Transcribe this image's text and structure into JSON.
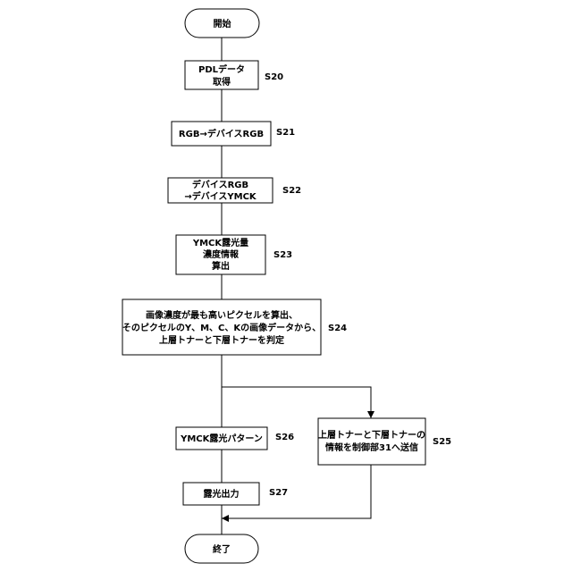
{
  "nodes": {
    "start": {
      "lines": [
        "開始"
      ]
    },
    "s20": {
      "lines": [
        "PDLデータ",
        "取得"
      ],
      "step": "S20"
    },
    "s21": {
      "lines": [
        "RGB→デバイスRGB"
      ],
      "step": "S21"
    },
    "s22": {
      "lines": [
        "デバイスRGB",
        "→デバイスYMCK"
      ],
      "step": "S22"
    },
    "s23": {
      "lines": [
        "YMCK露光量",
        "濃度情報",
        "算出"
      ],
      "step": "S23"
    },
    "s24": {
      "lines": [
        "画像濃度が最も高いピクセルを算出、",
        "そのピクセルのY、M、C、Kの画像データから、",
        "上層トナーと下層トナーを判定"
      ],
      "step": "S24"
    },
    "s25": {
      "lines": [
        "上層トナーと下層トナーの",
        "情報を制御部31へ送信"
      ],
      "step": "S25"
    },
    "s26": {
      "lines": [
        "YMCK露光パターン"
      ],
      "step": "S26"
    },
    "s27": {
      "lines": [
        "露光出力"
      ],
      "step": "S27"
    },
    "end": {
      "lines": [
        "終了"
      ]
    }
  }
}
